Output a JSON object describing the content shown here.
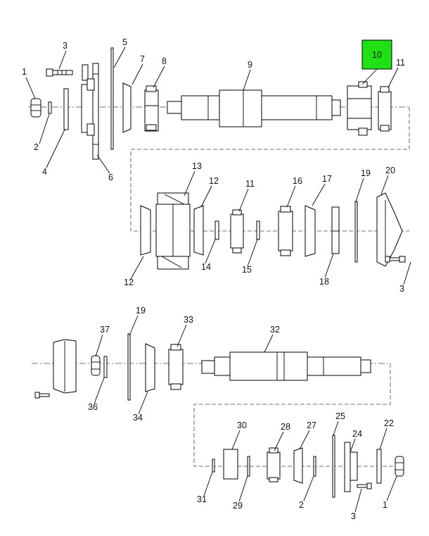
{
  "highlight": {
    "label": "10",
    "color": "#22e016"
  },
  "callouts_top": [
    {
      "num": "1"
    },
    {
      "num": "2"
    },
    {
      "num": "3"
    },
    {
      "num": "4"
    },
    {
      "num": "5"
    },
    {
      "num": "6"
    },
    {
      "num": "7"
    },
    {
      "num": "8"
    },
    {
      "num": "9"
    },
    {
      "num": "11"
    }
  ],
  "callouts_mid": [
    {
      "num": "13"
    },
    {
      "num": "12"
    },
    {
      "num": "11"
    },
    {
      "num": "16"
    },
    {
      "num": "17"
    },
    {
      "num": "19"
    },
    {
      "num": "20"
    },
    {
      "num": "12"
    },
    {
      "num": "14"
    },
    {
      "num": "15"
    },
    {
      "num": "18"
    },
    {
      "num": "3"
    }
  ],
  "callouts_lower": [
    {
      "num": "19"
    },
    {
      "num": "37"
    },
    {
      "num": "33"
    },
    {
      "num": "32"
    },
    {
      "num": "36"
    },
    {
      "num": "34"
    }
  ],
  "callouts_bottom": [
    {
      "num": "30"
    },
    {
      "num": "28"
    },
    {
      "num": "27"
    },
    {
      "num": "25"
    },
    {
      "num": "22"
    },
    {
      "num": "24"
    },
    {
      "num": "31"
    },
    {
      "num": "29"
    },
    {
      "num": "2"
    },
    {
      "num": "3"
    },
    {
      "num": "1"
    }
  ]
}
